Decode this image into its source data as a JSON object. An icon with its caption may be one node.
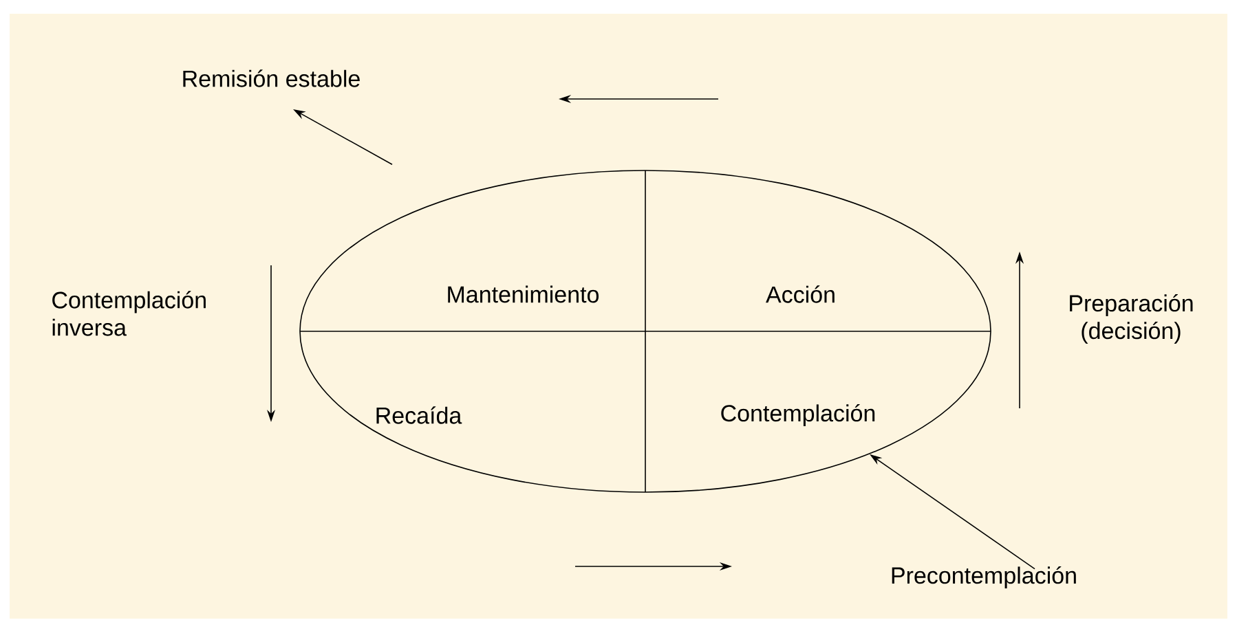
{
  "diagram": {
    "nodes": [
      {
        "text": [],
        "shape": "ellipse"
      },
      {
        "text": [
          "Mantenimiento"
        ],
        "in": 0
      },
      {
        "text": [
          "Acción"
        ],
        "in": 0
      },
      {
        "text": [
          "Recaída"
        ],
        "in": 0
      },
      {
        "text": [
          "Contemplación"
        ],
        "in": 0
      },
      {
        "text": [
          "Remisión estable"
        ]
      },
      {
        "text": [
          "Precontemplación"
        ]
      }
    ],
    "edges": [
      {
        "from": 0,
        "to": 5,
        "arrow": "to"
      },
      {
        "from": 6,
        "to": 0,
        "arrow": "to"
      }
    ],
    "labels": [
      "Contemplación inversa",
      "Preparación (decisión)"
    ]
  }
}
